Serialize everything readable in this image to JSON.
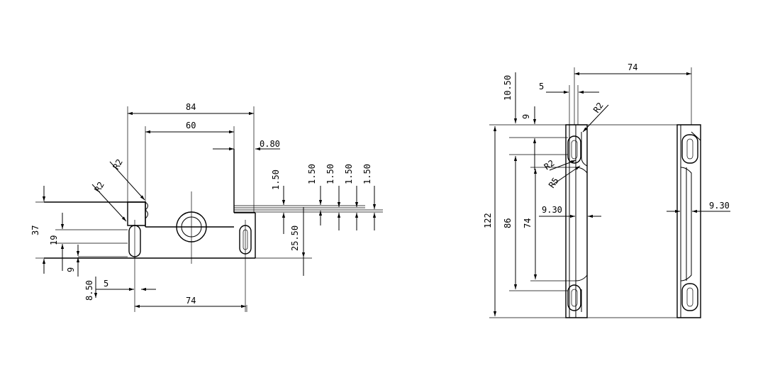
{
  "left_view": {
    "dim_84": "84",
    "dim_60": "60",
    "dim_0_80": "0.80",
    "dim_74": "74",
    "dim_5": "5",
    "dim_37": "37",
    "dim_19": "19",
    "dim_9": "9",
    "dim_8_50": "8.50",
    "dim_25_50": "25.50",
    "dim_1_50": "1.50",
    "radius_r2": "R2"
  },
  "right_view": {
    "dim_74": "74",
    "dim_5": "5",
    "dim_10_50": "10.50",
    "dim_9": "9",
    "dim_122": "122",
    "dim_86": "86",
    "dim_9_30": "9.30",
    "radius_r2": "R2",
    "radius_r5": "R5"
  }
}
